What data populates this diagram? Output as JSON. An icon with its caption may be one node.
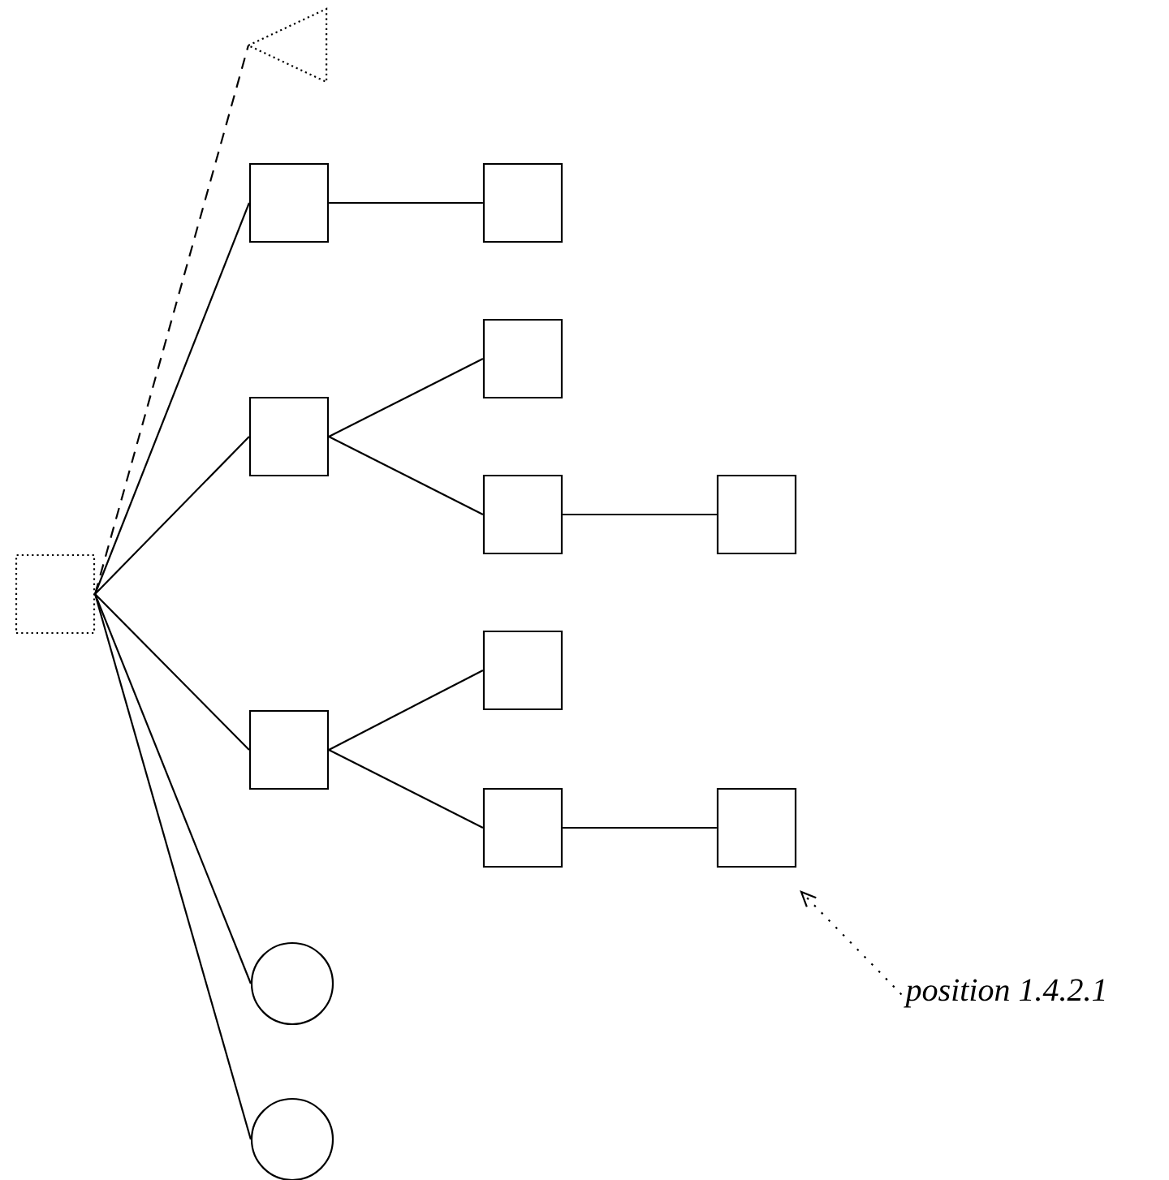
{
  "diagram": {
    "nodes": [
      {
        "text": [],
        "shape": "box"
      },
      {
        "text": [],
        "shape": "triangle"
      },
      {
        "text": [],
        "shape": "box"
      },
      {
        "text": [],
        "shape": "box"
      },
      {
        "text": [],
        "shape": "box"
      },
      {
        "text": [],
        "shape": "box"
      },
      {
        "text": [],
        "shape": "box"
      },
      {
        "text": [],
        "shape": "box"
      },
      {
        "text": [],
        "shape": "box"
      },
      {
        "text": [],
        "shape": "box"
      },
      {
        "text": [],
        "shape": "box"
      },
      {
        "text": [],
        "shape": "box"
      },
      {
        "text": [],
        "shape": "circle"
      },
      {
        "text": [],
        "shape": "circle"
      },
      {
        "text": [
          "position 1.4.2.1"
        ]
      }
    ],
    "edges": [
      {
        "from": 0,
        "to": 1,
        "arrow": "none",
        "style": "dashed"
      },
      {
        "from": 0,
        "to": 2,
        "arrow": "none"
      },
      {
        "from": 2,
        "to": 3,
        "arrow": "none"
      },
      {
        "from": 0,
        "to": 5,
        "arrow": "none"
      },
      {
        "from": 5,
        "to": 4,
        "arrow": "none"
      },
      {
        "from": 5,
        "to": 6,
        "arrow": "none"
      },
      {
        "from": 6,
        "to": 7,
        "arrow": "none"
      },
      {
        "from": 0,
        "to": 9,
        "arrow": "none"
      },
      {
        "from": 9,
        "to": 8,
        "arrow": "none"
      },
      {
        "from": 9,
        "to": 10,
        "arrow": "none"
      },
      {
        "from": 10,
        "to": 11,
        "arrow": "none"
      },
      {
        "from": 0,
        "to": 12,
        "arrow": "none"
      },
      {
        "from": 0,
        "to": 13,
        "arrow": "none"
      },
      {
        "from": 14,
        "to": 11,
        "arrow": "to",
        "style": "dashed"
      }
    ]
  }
}
